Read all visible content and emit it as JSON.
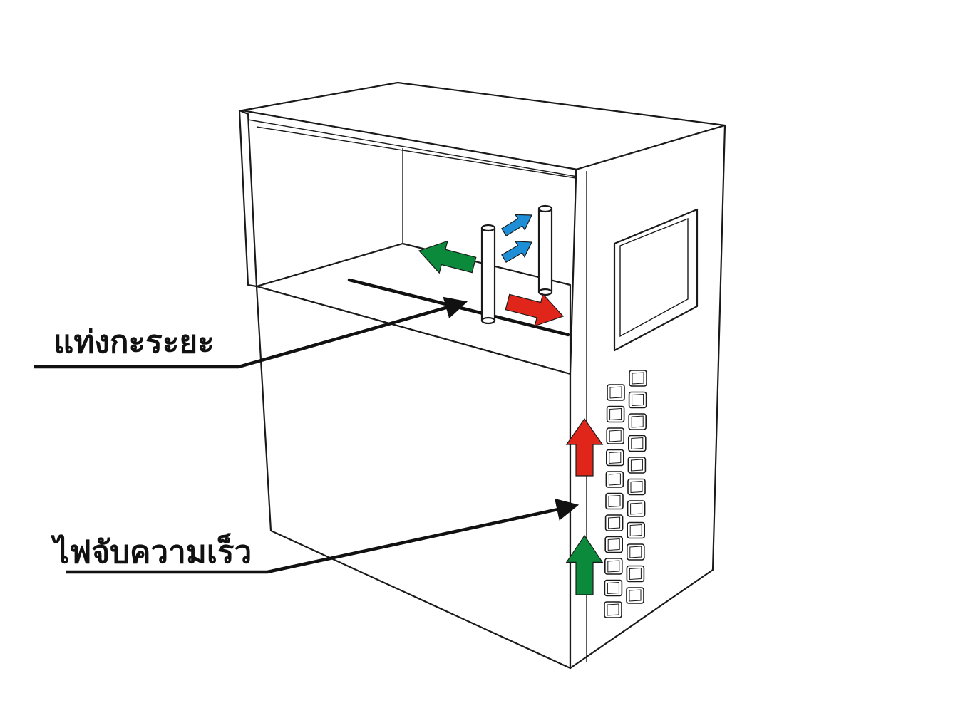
{
  "diagram_type": "isometric-cabinet-illustration",
  "labels": {
    "distance_rod": "แท่งกะระยะ",
    "speed_sensor": "ไฟจับความเร็ว"
  },
  "colors": {
    "outline": "#1a1a1a",
    "green_arrow": "#0a8a3a",
    "red_arrow": "#e0251b",
    "blue_arrow": "#1e8fd6",
    "leader": "#111111"
  },
  "icons": {
    "led_cell": "square-led-icon",
    "arrow_left": "arrow-left-icon",
    "arrow_right": "arrow-right-icon",
    "arrow_up": "arrow-up-icon",
    "arrow_up_right": "arrow-up-right-icon"
  }
}
